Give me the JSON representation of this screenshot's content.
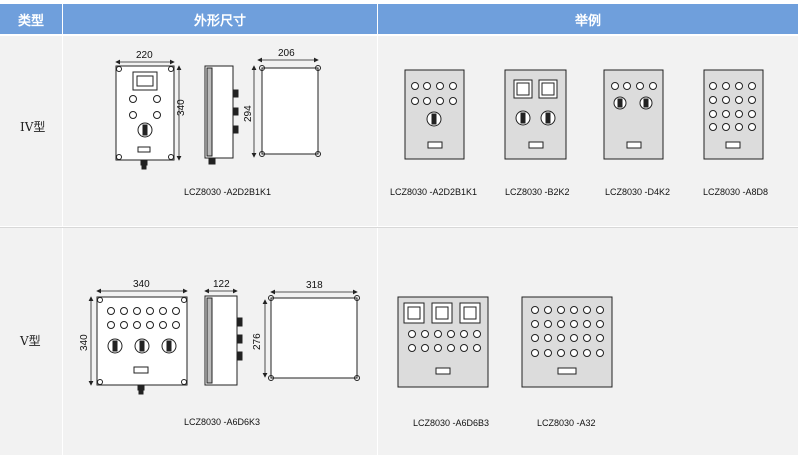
{
  "headers": {
    "type": "类型",
    "dimensions": "外形尺寸",
    "examples": "举例"
  },
  "rows": [
    {
      "type": "IV型",
      "dims": {
        "width": "220",
        "height": "340",
        "side_height": "294",
        "depth": "206"
      },
      "drawing_model": "LCZ8030 -A2D2B1K1",
      "examples": [
        "LCZ8030 -A2D2B1K1",
        "LCZ8030 -B2K2",
        "LCZ8030 -D4K2",
        "LCZ8030 -A8D8"
      ]
    },
    {
      "type": "V型",
      "dims": {
        "width": "340",
        "height": "340",
        "depth_front": "122",
        "side_height": "276",
        "depth": "318"
      },
      "drawing_model": "LCZ8030 -A6D6K3",
      "examples": [
        "LCZ8030 -A6D6B3",
        "LCZ8030 -A32"
      ]
    }
  ],
  "colors": {
    "header": "#6f9fdc",
    "row_bg": "#f2f2f2",
    "panel": "#dcdcdc",
    "line": "#222222"
  }
}
